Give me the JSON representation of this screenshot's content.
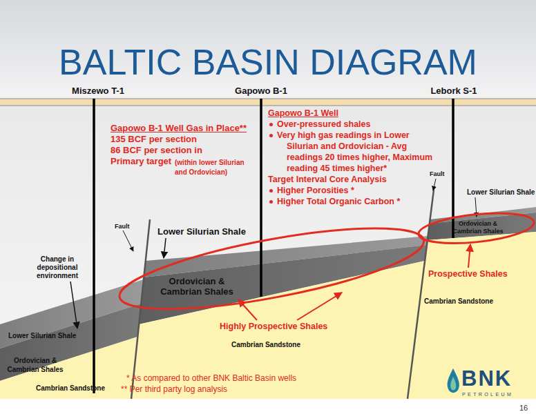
{
  "diagram": {
    "title": "BALTIC BASIN DIAGRAM",
    "nodes": [
      {
        "text": [
          "Ordovician & Cambrian Shales"
        ]
      },
      {
        "text": [
          "Ordovician & Cambrian Shales"
        ]
      }
    ],
    "labels": [
      "Miszewo T-1",
      "Gapowo B-1",
      "Lebork S-1",
      "Gapowo B-1 Well Gas in Place**",
      "135 BCF per section",
      "86 BCF per section in Primary target",
      "(within lower Silurian and Ordovician)",
      "Gapowo B-1 Well",
      "Over-pressured shales",
      "Very high gas readings in Lower Silurian and Ordovician - Avg readings 20 times higher, Maximum reading 45 times higher*",
      "Target Interval Core Analysis",
      "Higher Porosities *",
      "Higher Total Organic Carbon *",
      "Fault",
      "Lower Silurian Shale",
      "Fault",
      "Lower Silurian Shale",
      "Change in depositional environment",
      "Prospective Shales",
      "Cambrian Sandstone",
      "Highly Prospective Shales",
      "Lower Silurian Shale",
      "Cambrian Sandstone",
      "Ordovician & Cambrian Shales",
      "* As compared to other BNK Baltic Basin wells",
      "** Per third party log analysis",
      "Cambrian Sandstone",
      "BNK",
      "PETROLEUM",
      "16"
    ]
  }
}
